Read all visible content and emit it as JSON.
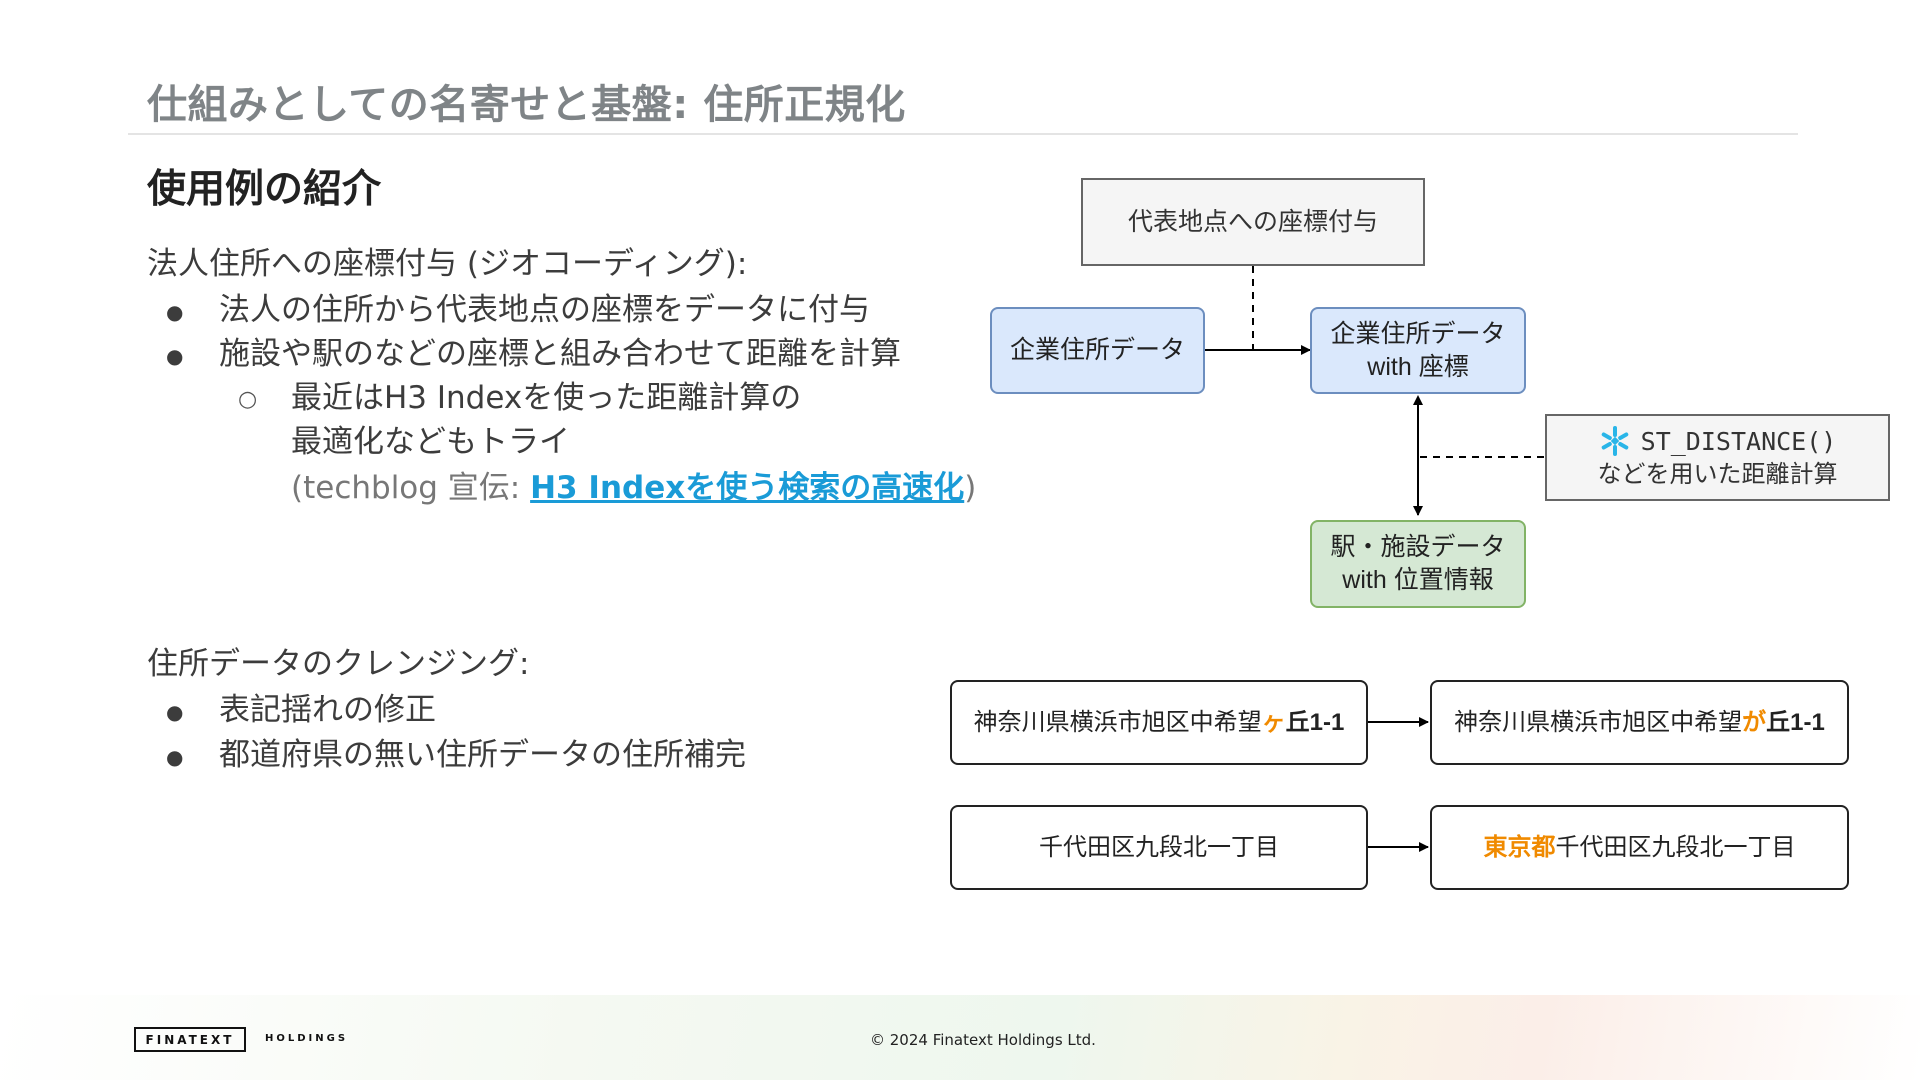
{
  "title": "仕組みとしての名寄せと基盤: 住所正規化",
  "section_heading": "使用例の紹介",
  "geocoding": {
    "heading": "法人住所への座標付与 (ジオコーディング):",
    "bullet_symbol": "●",
    "sub_bullet_symbol": "○",
    "bullets": [
      "法人の住所から代表地点の座標をデータに付与",
      "施設や駅のなどの座標と組み合わせて距離を計算"
    ],
    "sub_bullet_lines": [
      "最近はH3 Indexを使った距離計算の",
      "最適化などもトライ"
    ],
    "blog_prefix": "(techblog 宣伝: ",
    "blog_link": "H3 Indexを使う検索の高速化",
    "blog_suffix": ")"
  },
  "cleansing": {
    "heading": "住所データのクレンジング:",
    "bullets": [
      "表記揺れの修正",
      "都道府県の無い住所データの住所補完"
    ]
  },
  "diagram": {
    "representative_point": "代表地点への座標付与",
    "company_address": "企業住所データ",
    "company_with_coords_line1": "企業住所データ",
    "company_with_coords_line2": "with 座標",
    "st_distance_func": "ST_DISTANCE()",
    "st_distance_desc": "などを用いた距離計算",
    "station_line1": "駅・施設データ",
    "station_line2": "with 位置情報",
    "snowflake_icon": "snowflake-icon"
  },
  "examples": [
    {
      "before_pre": "神奈川県横浜市旭区中希望",
      "before_hl": "ヶ",
      "before_post": "丘1-1",
      "after_pre": "神奈川県横浜市旭区中希望",
      "after_hl": "が",
      "after_post": "丘1-1"
    },
    {
      "before_pre": "千代田区九段北一丁目",
      "before_hl": "",
      "before_post": "",
      "after_pre": "",
      "after_hl": "東京都",
      "after_post": "千代田区九段北一丁目"
    }
  ],
  "footer": {
    "logo": "FINATEXT",
    "logo_sub": "HOLDINGS",
    "copyright": "© 2024 Finatext Holdings Ltd."
  },
  "colors": {
    "highlight": "#f08a00",
    "link": "#1a9bd7",
    "box_blue": "#dae8fc",
    "box_green": "#d5e8d4",
    "snowflake": "#29b5e8"
  }
}
